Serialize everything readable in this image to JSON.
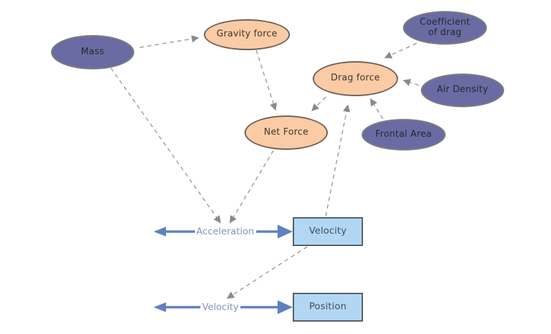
{
  "diagram": {
    "nodes": [
      {
        "id": "mass",
        "label": "Mass",
        "kind": "variable"
      },
      {
        "id": "gravity-force",
        "label": "Gravity force",
        "kind": "auxiliary"
      },
      {
        "id": "coefficient-of-drag",
        "label": "Coefficient of drag",
        "kind": "variable"
      },
      {
        "id": "drag-force",
        "label": "Drag force",
        "kind": "auxiliary"
      },
      {
        "id": "air-density",
        "label": "Air Density",
        "kind": "variable"
      },
      {
        "id": "net-force",
        "label": "Net Force",
        "kind": "auxiliary"
      },
      {
        "id": "frontal-area",
        "label": "Frontal Area",
        "kind": "variable"
      },
      {
        "id": "velocity-stock",
        "label": "Velocity",
        "kind": "stock"
      },
      {
        "id": "position-stock",
        "label": "Position",
        "kind": "stock"
      }
    ],
    "flows": [
      {
        "id": "acceleration-flow",
        "label": "Acceleration",
        "into": "Velocity"
      },
      {
        "id": "velocity-flow",
        "label": "Velocity",
        "into": "Position"
      }
    ],
    "links": [
      {
        "from": "Mass",
        "to": "Gravity force"
      },
      {
        "from": "Mass",
        "to": "Acceleration"
      },
      {
        "from": "Gravity force",
        "to": "Net Force"
      },
      {
        "from": "Coefficient of drag",
        "to": "Drag force"
      },
      {
        "from": "Air Density",
        "to": "Drag force"
      },
      {
        "from": "Frontal Area",
        "to": "Drag force"
      },
      {
        "from": "Drag force",
        "to": "Net Force"
      },
      {
        "from": "Net Force",
        "to": "Acceleration"
      },
      {
        "from": "Velocity",
        "to": "Drag force"
      },
      {
        "from": "Velocity",
        "to": "Velocity flow"
      }
    ],
    "colors": {
      "variable_fill": "#6b6ba4",
      "variable_border": "#7d7d7d",
      "variable_text": "#26262e",
      "auxiliary_fill": "#facba5",
      "auxiliary_border": "#6e6156",
      "auxiliary_text": "#3e352c",
      "stock_fill": "#b1d7f4",
      "stock_border": "#565d66",
      "stock_text": "#404d59",
      "flow_color": "#5f81c1",
      "flow_label_color": "#8292bb",
      "link_color": "#9a9a9a",
      "link_head_color": "#8a8a8a",
      "canvas_bg": "#ffffff"
    }
  }
}
